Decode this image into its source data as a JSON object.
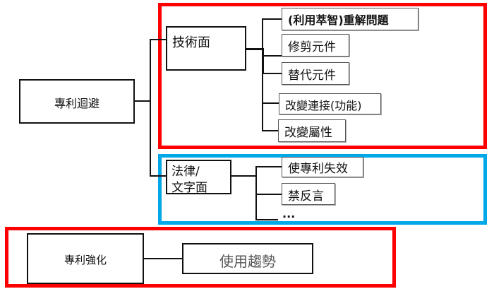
{
  "root": {
    "label": "專利迴避"
  },
  "technical": {
    "label": "技術面",
    "frame_color": "#ff0000",
    "items": [
      "(利用萃智)重解問題",
      "修剪元件",
      "替代元件",
      "改變連接(功能)",
      "改變屬性"
    ]
  },
  "legal": {
    "label_line1": "法律/",
    "label_line2": "文字面",
    "frame_color": "#00a8e8",
    "items": [
      "使專利失效",
      "禁反言",
      "..."
    ]
  },
  "strengthen": {
    "label": "專利強化",
    "frame_color": "#ff0000",
    "item": "使用趨勢"
  }
}
